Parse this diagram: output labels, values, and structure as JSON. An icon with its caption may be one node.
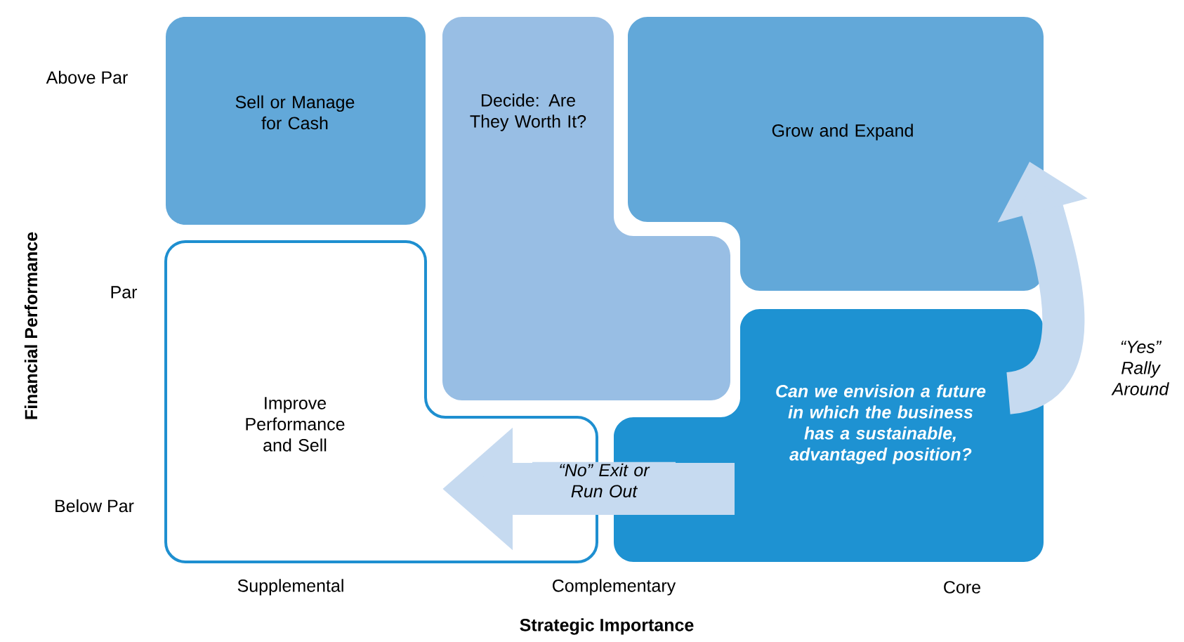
{
  "diagram": {
    "nodes": [
      {
        "text": [
          "Sell or Manage for Cash"
        ]
      },
      {
        "text": [
          "Decide: Are They Worth It?"
        ]
      },
      {
        "text": [
          "Grow and Expand"
        ]
      },
      {
        "text": [
          "Improve Performance and Sell"
        ]
      },
      {
        "text": [
          "Can we envision a future in which the business has a sustainable, advantaged position?"
        ]
      }
    ],
    "edges": [
      {
        "from": 4,
        "to": 3,
        "arrow": "to",
        "label": "“No” Exit or Run Out"
      },
      {
        "from": 4,
        "to": 2,
        "arrow": "to",
        "label": "“Yes” Rally Around"
      }
    ],
    "labels": [
      "Above Par",
      "Par",
      "Below Par",
      "Financial Performance",
      "Supplemental",
      "Complementary",
      "Core",
      "Strategic Importance"
    ]
  }
}
